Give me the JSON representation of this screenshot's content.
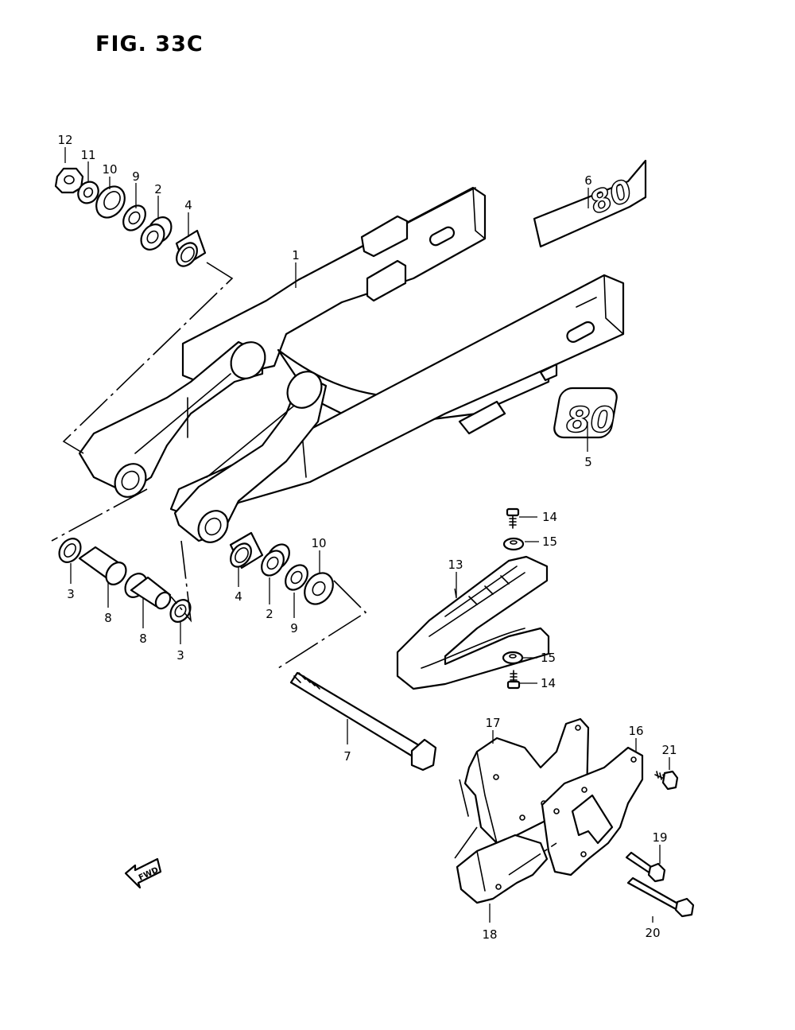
{
  "figure": {
    "title": "FIG. 33C"
  },
  "decals": {
    "part6_text": "80",
    "part5_text": "80"
  },
  "fwd_arrow": {
    "label": "FWD"
  },
  "callouts": {
    "c12": "12",
    "c11": "11",
    "c10a": "10",
    "c9a": "9",
    "c2a": "2",
    "c4a": "4",
    "c1": "1",
    "c6": "6",
    "c5": "5",
    "c14a": "14",
    "c15a": "15",
    "c13": "13",
    "c15b": "15",
    "c14b": "14",
    "c3a": "3",
    "c8a": "8",
    "c8b": "8",
    "c3b": "3",
    "c4b": "4",
    "c2b": "2",
    "c9b": "9",
    "c10b": "10",
    "c7": "7",
    "c17": "17",
    "c16": "16",
    "c21": "21",
    "c19": "19",
    "c20": "20",
    "c18": "18"
  }
}
